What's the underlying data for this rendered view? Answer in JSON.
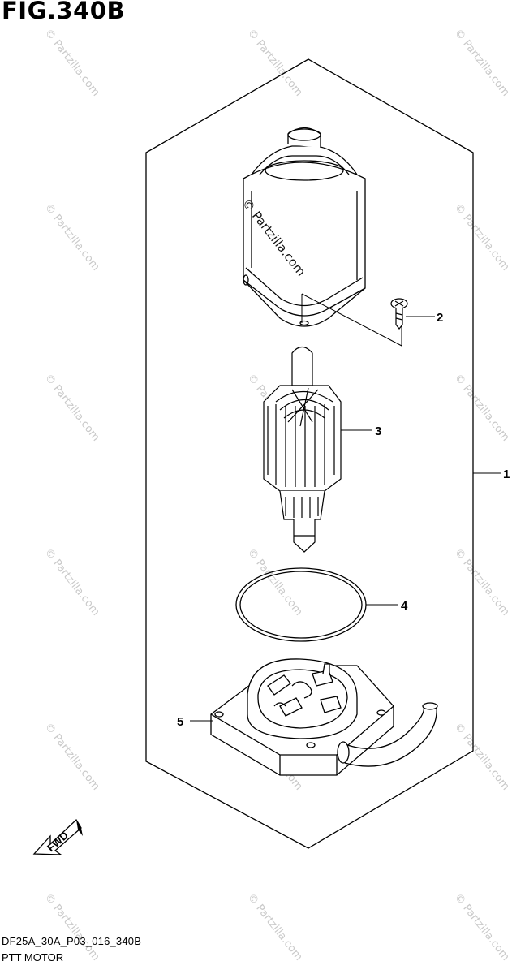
{
  "figure": {
    "title": "FIG.340B",
    "code": "DF25A_30A_P03_016_340B",
    "name": "PTT MOTOR"
  },
  "callouts": {
    "p1": "1",
    "p2": "2",
    "p3": "3",
    "p4": "4",
    "p5": "5"
  },
  "fwd_label": "FWD",
  "watermark": "© Partzilla.com",
  "colors": {
    "line": "#000000",
    "watermark": "#c9c9c9"
  }
}
